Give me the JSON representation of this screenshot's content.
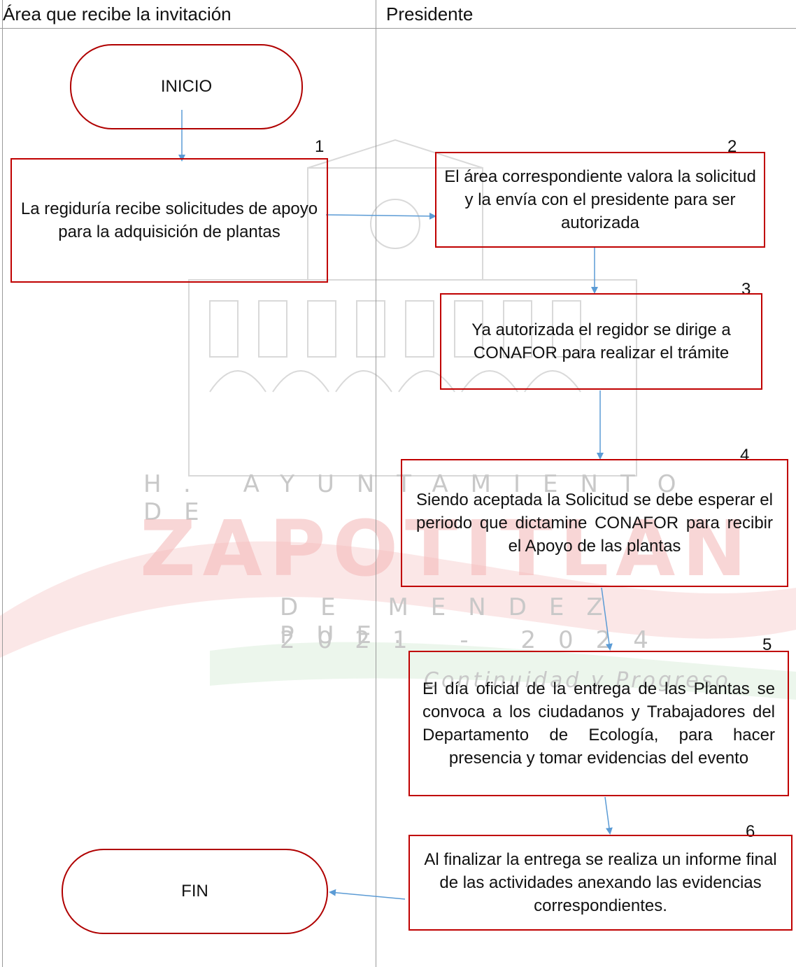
{
  "lanes": {
    "left": "Área que recibe la invitación",
    "right": "Presidente"
  },
  "watermark": {
    "line1": "H. AYUNTAMIENTO DE",
    "line2": "ZAPOTITLAN",
    "line3": "DE MENDEZ PUE.",
    "line4": "2021 - 2024",
    "line5": "Continuidad y Progreso"
  },
  "start": {
    "label": "INICIO"
  },
  "end": {
    "label": "FIN"
  },
  "steps": [
    {
      "num": "1",
      "text": "La regiduría recibe solicitudes de apoyo para la adquisición de plantas"
    },
    {
      "num": "2",
      "text": "El área correspondiente valora la solicitud y la envía con el presidente para ser autorizada"
    },
    {
      "num": "3",
      "text": "Ya autorizada el regidor se dirige a CONAFOR para realizar el trámite"
    },
    {
      "num": "4",
      "text": "Siendo aceptada la Solicitud se debe esperar el periodo que dictamine CONAFOR para recibir el Apoyo de las plantas"
    },
    {
      "num": "5",
      "text": "El día oficial de la entrega de las Plantas se convoca a los ciudadanos y Trabajadores del Departamento de Ecología, para hacer presencia y tomar evidencias del evento"
    },
    {
      "num": "6",
      "text": "Al finalizar la entrega se realiza un informe final de las actividades anexando las evidencias correspondientes."
    }
  ],
  "colors": {
    "border": "#c00000",
    "arrow": "#5b9bd5",
    "lane": "#9a9a9a"
  }
}
